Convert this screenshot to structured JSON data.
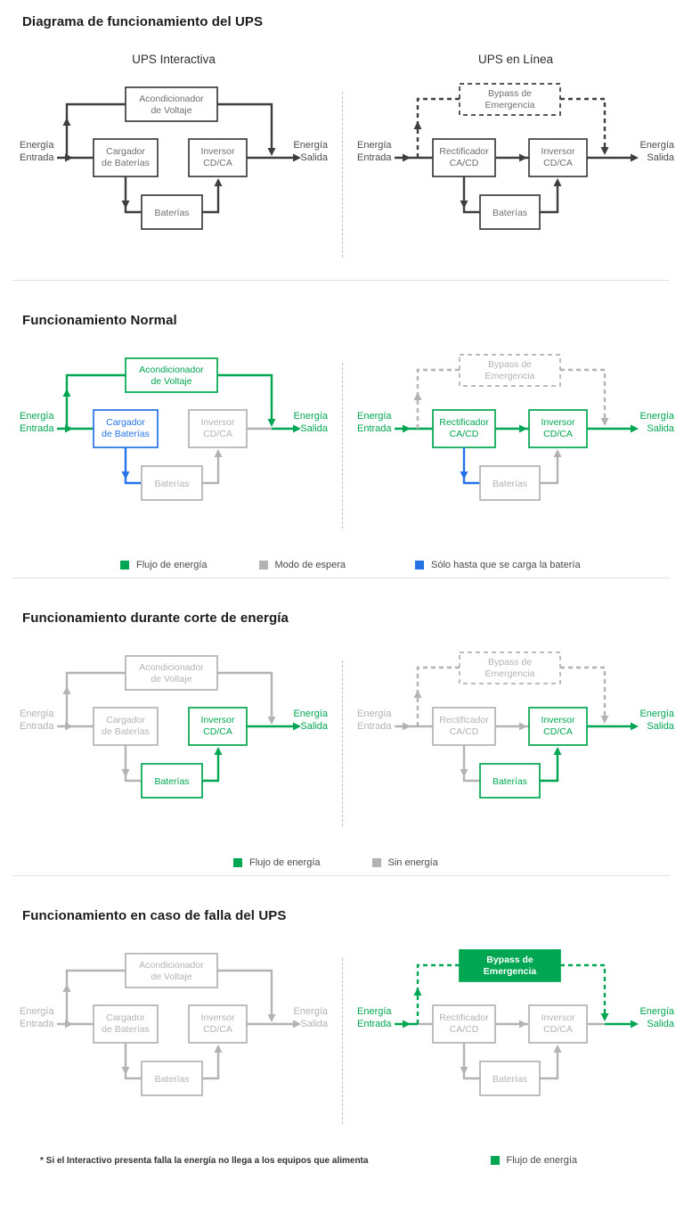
{
  "colors": {
    "dark": "#3E3E3E",
    "green": "#00A651",
    "gray": "#B3B3B3",
    "blue": "#2573E6"
  },
  "labels": {
    "acondicionador": [
      "Acondicionador",
      "de Voltaje"
    ],
    "cargador": [
      "Cargador",
      "de Baterías"
    ],
    "inversor": [
      "Inversor",
      "CD/CA"
    ],
    "rectificador": [
      "Rectificador",
      "CA/CD"
    ],
    "bypass": [
      "Bypass de",
      "Emergencia"
    ],
    "baterias": "Baterías",
    "entrada": [
      "Energía",
      "Entrada"
    ],
    "salida": [
      "Energía",
      "Salida"
    ]
  },
  "sections": [
    {
      "title": "Diagrama de funcionamiento del UPS",
      "left_heading": "UPS Interactiva",
      "right_heading": "UPS en Línea"
    },
    {
      "title": "Funcionamiento Normal",
      "legend": [
        {
          "color": "green",
          "label": "Flujo de energía"
        },
        {
          "color": "gray",
          "label": "Modo de espera"
        },
        {
          "color": "blue",
          "label": "Sólo hasta que se carga la batería"
        }
      ]
    },
    {
      "title": "Funcionamiento durante corte de energía",
      "legend": [
        {
          "color": "green",
          "label": "Flujo de energía"
        },
        {
          "color": "gray",
          "label": "Sin energía"
        }
      ]
    },
    {
      "title": "Funcionamiento en caso de falla del UPS",
      "footnote": "* Si el Interactivo presenta falla la energía no llega a los equipos que alimenta",
      "legend": [
        {
          "color": "green",
          "label": "Flujo de energía"
        }
      ]
    }
  ],
  "schemes": {
    "interactiva": [
      {
        "entrada": "dark",
        "input": "dark",
        "branch_acond": "dark",
        "acond": "dark",
        "acond_out": "dark",
        "inv_out_stub": "dark",
        "out_final": "dark",
        "salida": "dark",
        "cargador": "dark",
        "cargador_down": "dark",
        "baterias": "dark",
        "baterias_to_inv": "dark",
        "inversor": "dark"
      },
      {
        "entrada": "green",
        "input": "green",
        "branch_acond": "green",
        "acond": "green",
        "acond_out": "green",
        "inv_out_stub": "gray",
        "out_final": "green",
        "salida": "green",
        "cargador": "blue",
        "cargador_down": "blue",
        "baterias": "gray",
        "baterias_to_inv": "gray",
        "inversor": "gray"
      },
      {
        "entrada": "gray",
        "input": "gray",
        "branch_acond": "gray",
        "acond": "gray",
        "acond_out": "gray",
        "inv_out_stub": "green",
        "out_final": "green",
        "salida": "green",
        "cargador": "gray",
        "cargador_down": "gray",
        "baterias": "green",
        "baterias_to_inv": "green",
        "inversor": "green"
      },
      {
        "entrada": "gray",
        "input": "gray",
        "branch_acond": "gray",
        "acond": "gray",
        "acond_out": "gray",
        "inv_out_stub": "gray",
        "out_final": "gray",
        "salida": "gray",
        "cargador": "gray",
        "cargador_down": "gray",
        "baterias": "gray",
        "baterias_to_inv": "gray",
        "inversor": "gray"
      }
    ],
    "enlinea": [
      {
        "entrada": "dark",
        "input_arrow": "dark",
        "input_stub": "dark",
        "bypass_branch": "dark",
        "bypass": "dark",
        "bypass_out": "dark",
        "rectificador": "dark",
        "rect_to_inv": "dark",
        "rect_down": "dark",
        "baterias": "dark",
        "baterias_to_inv": "dark",
        "inversor": "dark",
        "inv_out_stub": "dark",
        "out_final": "dark",
        "salida": "dark"
      },
      {
        "entrada": "green",
        "input_arrow": "green",
        "input_stub": "green",
        "bypass_branch": "gray",
        "bypass": "gray",
        "bypass_out": "gray",
        "rectificador": "green",
        "rect_to_inv": "green",
        "rect_down": "blue",
        "baterias": "gray",
        "baterias_to_inv": "gray",
        "inversor": "green",
        "inv_out_stub": "green",
        "out_final": "green",
        "salida": "green"
      },
      {
        "entrada": "gray",
        "input_arrow": "gray",
        "input_stub": "gray",
        "bypass_branch": "gray",
        "bypass": "gray",
        "bypass_out": "gray",
        "rectificador": "gray",
        "rect_to_inv": "gray",
        "rect_down": "gray",
        "baterias": "green",
        "baterias_to_inv": "green",
        "inversor": "green",
        "inv_out_stub": "green",
        "out_final": "green",
        "salida": "green"
      },
      {
        "entrada": "green",
        "input_arrow": "green",
        "input_stub": "gray",
        "bypass_branch": "green",
        "bypass": "greenfill",
        "bypass_out": "green",
        "rectificador": "gray",
        "rect_to_inv": "gray",
        "rect_down": "gray",
        "baterias": "gray",
        "baterias_to_inv": "gray",
        "inversor": "gray",
        "inv_out_stub": "gray",
        "out_final": "green",
        "salida": "green"
      }
    ]
  }
}
